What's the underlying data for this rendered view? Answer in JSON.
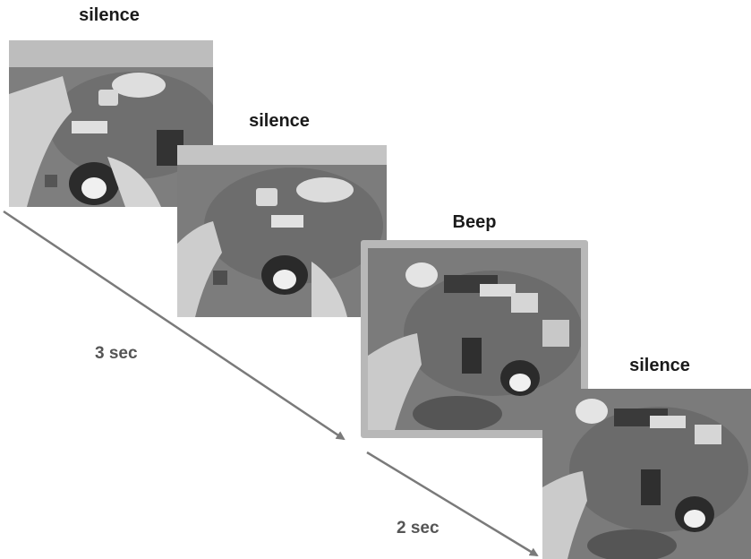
{
  "frames": [
    {
      "label": "silence"
    },
    {
      "label": "silence"
    },
    {
      "label": "Beep"
    },
    {
      "label": "silence"
    }
  ],
  "durations": {
    "first": "3 sec",
    "second": "2 sec"
  },
  "colors": {
    "arrow": "#7a7a7a",
    "highlight_border": "#b8b8b8",
    "text": "#1a1a1a"
  }
}
